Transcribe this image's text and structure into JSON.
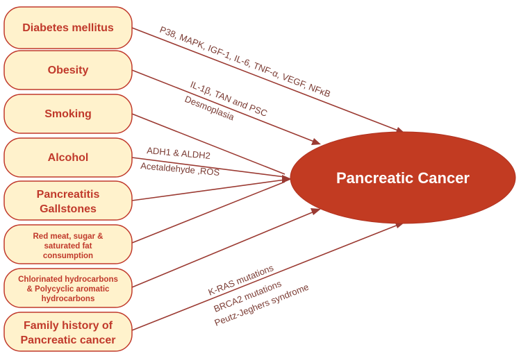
{
  "colors": {
    "box_fill": "#fff2cc",
    "box_border": "#c0392b",
    "box_text": "#c0392b",
    "target_fill": "#c23b22",
    "target_text": "#ffffff",
    "arrow": "#9b3a32",
    "mechanism_text": "#7a3b33"
  },
  "target": {
    "label": "Pancreatic Cancer"
  },
  "factors": [
    {
      "lines": [
        "Diabetes mellitus"
      ]
    },
    {
      "lines": [
        "Obesity"
      ]
    },
    {
      "lines": [
        "Smoking"
      ]
    },
    {
      "lines": [
        "Alcohol"
      ]
    },
    {
      "lines": [
        "Pancreatitis",
        "Gallstones"
      ]
    },
    {
      "lines": [
        "Red meat, sugar &",
        "saturated fat",
        "consumption"
      ]
    },
    {
      "lines": [
        "Chlorinated hydrocarbons",
        "& Polycyclic aromatic",
        "hydrocarbons"
      ]
    },
    {
      "lines": [
        "Family history of",
        "Pancreatic cancer"
      ]
    }
  ],
  "mechanisms": {
    "diabetes": "P38, MAPK, IGF-1, IL-6, TNF-α, VEGF, NFκB",
    "obesity_1": "IL-1β, TAN and PSC",
    "obesity_2": "Desmoplasia",
    "alcohol_1": "ADH1 & ALDH2",
    "alcohol_2": "Acetaldehyde ,ROS",
    "family_1": "K-RAS mutations",
    "family_2": "BRCA2 mutations",
    "family_3": "Peutz-Jeghers syndrome"
  }
}
